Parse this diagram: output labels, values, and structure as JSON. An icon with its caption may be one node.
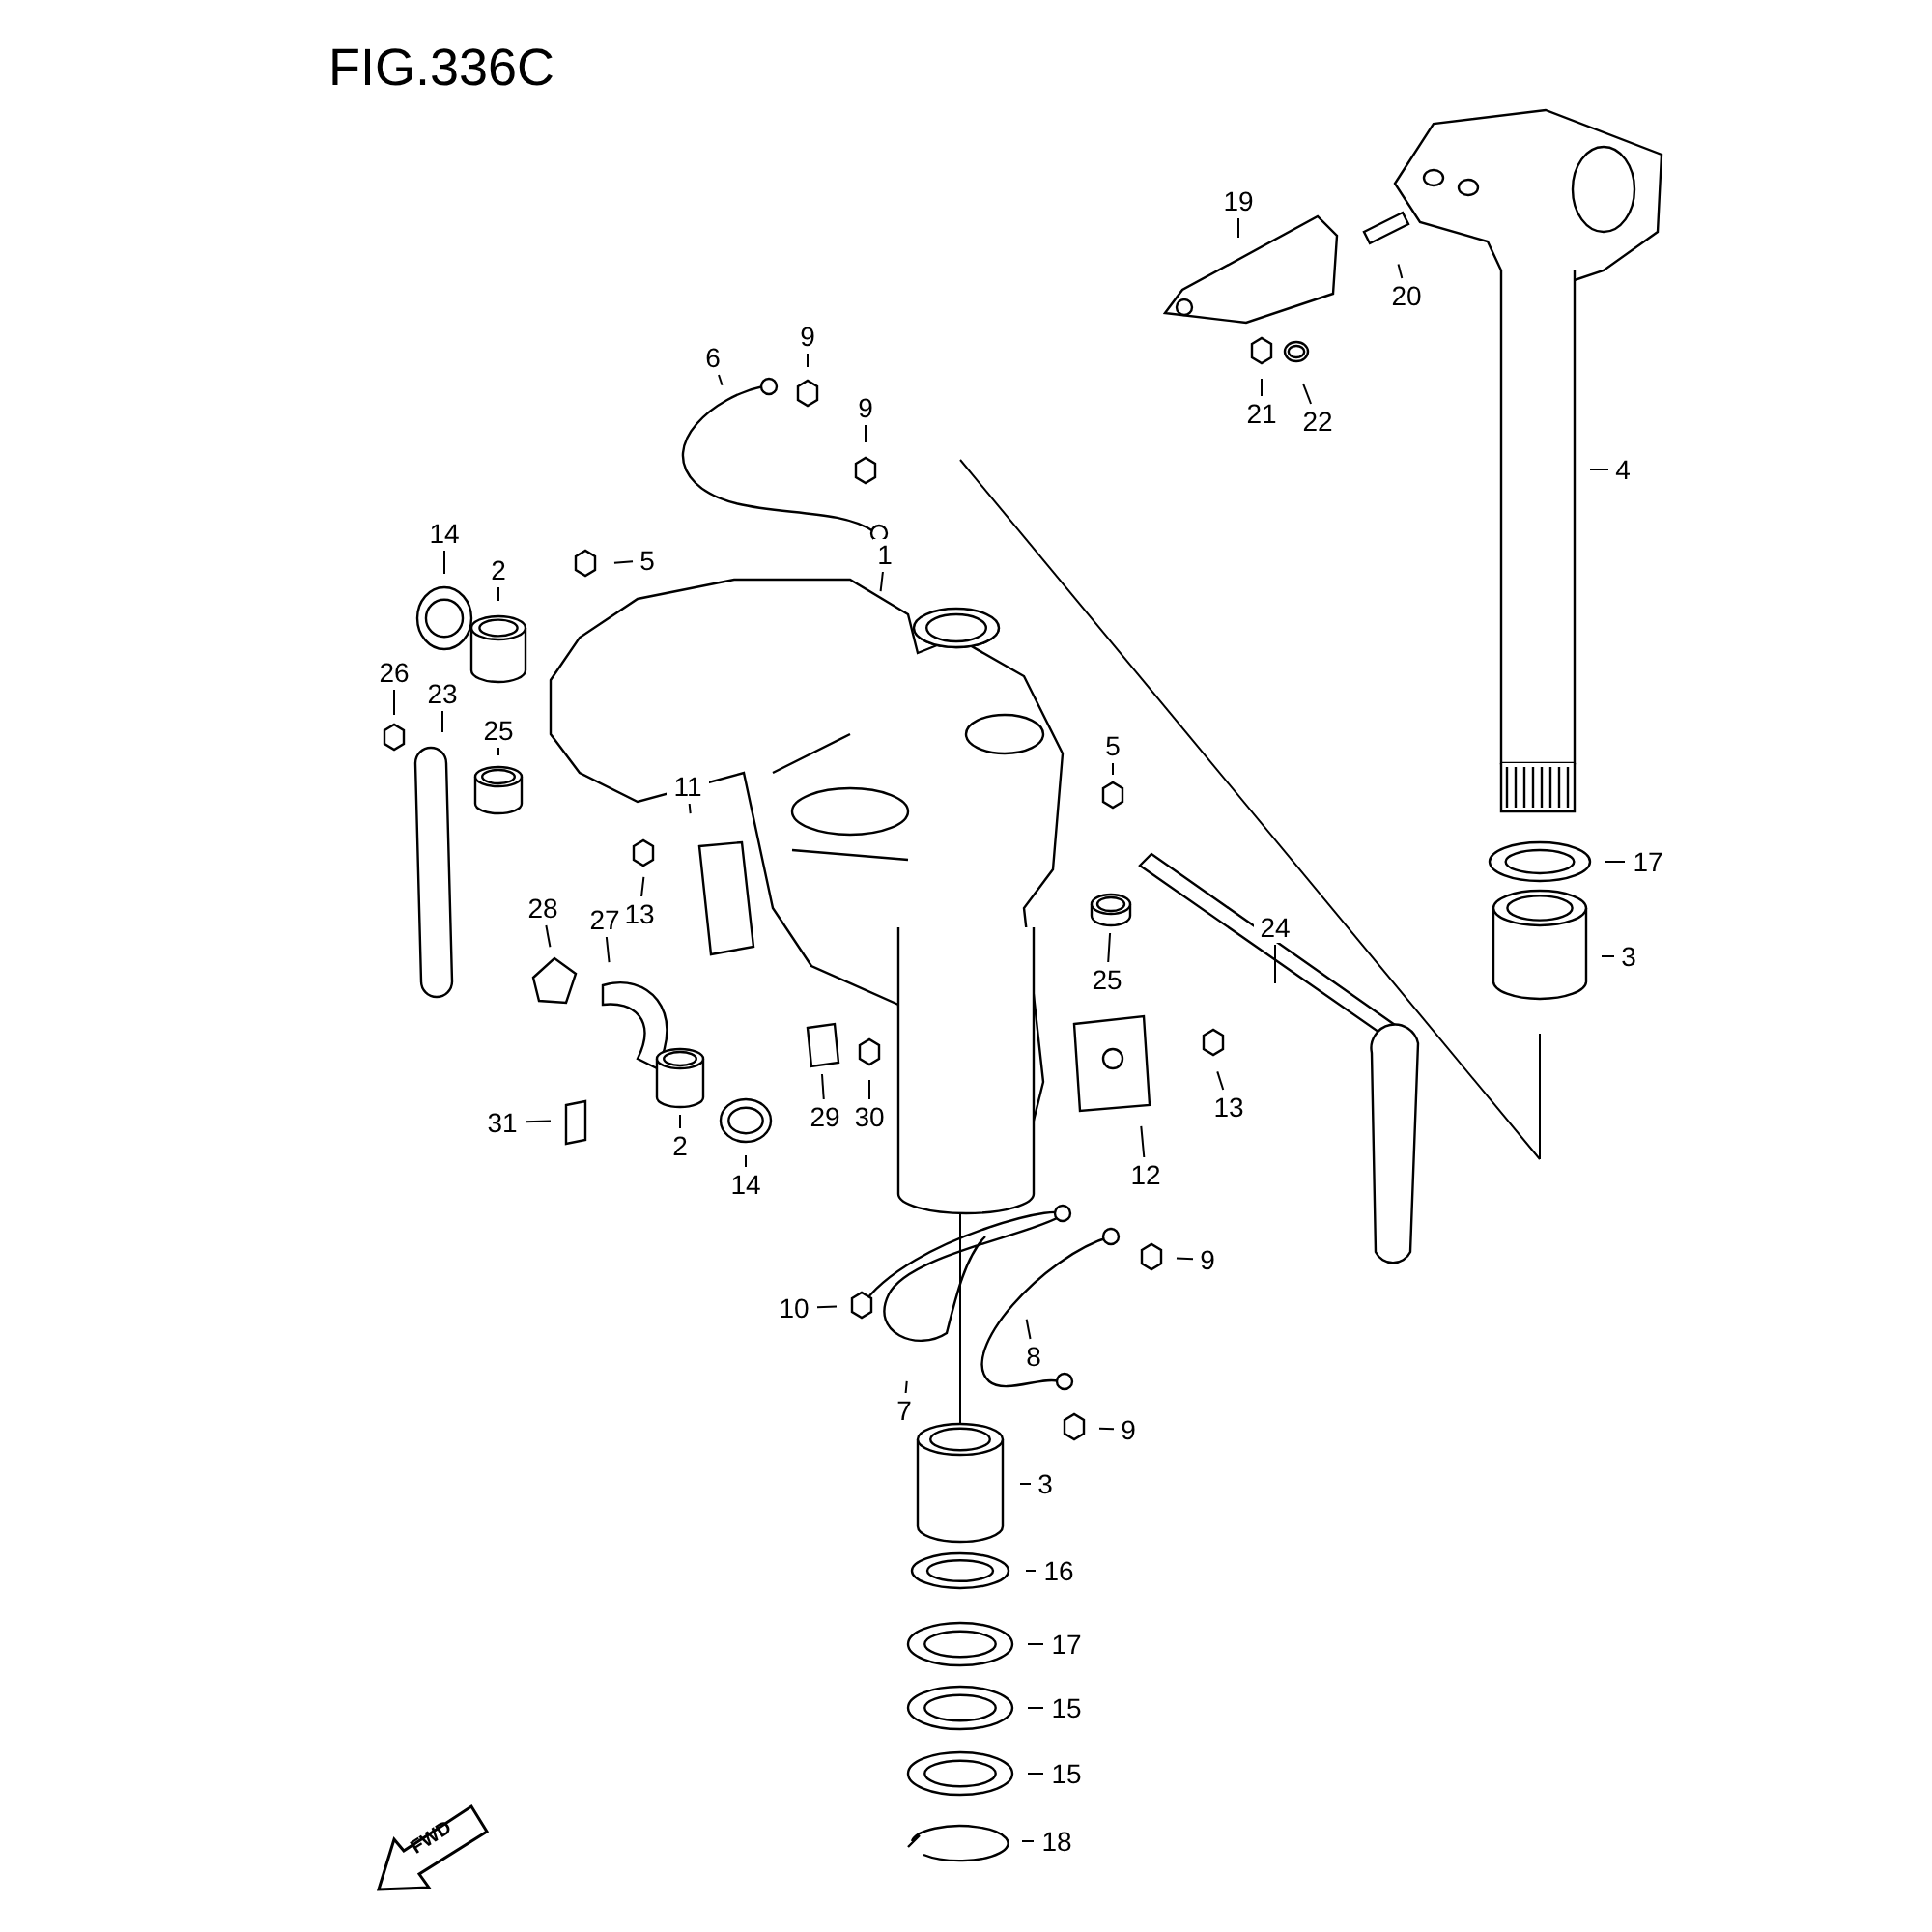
{
  "diagram": {
    "title": "FIG.336C",
    "nodes": [
      {
        "text": [
          "19"
        ]
      },
      {
        "text": [
          "20"
        ]
      },
      {
        "text": [
          "21"
        ]
      },
      {
        "text": [
          "22"
        ]
      },
      {
        "text": [
          "4"
        ]
      },
      {
        "text": [
          "6"
        ]
      },
      {
        "text": [
          "9"
        ]
      },
      {
        "text": [
          "9"
        ]
      },
      {
        "text": [
          "14"
        ]
      },
      {
        "text": [
          "2"
        ]
      },
      {
        "text": [
          "5"
        ]
      },
      {
        "text": [
          "1"
        ]
      },
      {
        "text": [
          "26"
        ]
      },
      {
        "text": [
          "23"
        ]
      },
      {
        "text": [
          "25"
        ]
      },
      {
        "text": [
          "5"
        ]
      },
      {
        "text": [
          "11"
        ]
      },
      {
        "text": [
          "13"
        ]
      },
      {
        "text": [
          "17"
        ]
      },
      {
        "text": [
          "3"
        ]
      },
      {
        "text": [
          "28"
        ]
      },
      {
        "text": [
          "27"
        ]
      },
      {
        "text": [
          "25"
        ]
      },
      {
        "text": [
          "24"
        ]
      },
      {
        "text": [
          "13"
        ]
      },
      {
        "text": [
          "31"
        ]
      },
      {
        "text": [
          "2"
        ]
      },
      {
        "text": [
          "14"
        ]
      },
      {
        "text": [
          "29"
        ]
      },
      {
        "text": [
          "30"
        ]
      },
      {
        "text": [
          "12"
        ]
      },
      {
        "text": [
          "9"
        ]
      },
      {
        "text": [
          "10"
        ]
      },
      {
        "text": [
          "8"
        ]
      },
      {
        "text": [
          "7"
        ]
      },
      {
        "text": [
          "9"
        ]
      },
      {
        "text": [
          "3"
        ]
      },
      {
        "text": [
          "16"
        ]
      },
      {
        "text": [
          "17"
        ]
      },
      {
        "text": [
          "15"
        ]
      },
      {
        "text": [
          "15"
        ]
      },
      {
        "text": [
          "18"
        ]
      }
    ],
    "edges": [
      {
        "from": 0,
        "to": null,
        "arrow": "none"
      },
      {
        "from": 1,
        "to": null,
        "arrow": "none"
      },
      {
        "from": 2,
        "to": null,
        "arrow": "none"
      },
      {
        "from": 3,
        "to": null,
        "arrow": "none"
      },
      {
        "from": 4,
        "to": null,
        "arrow": "none"
      },
      {
        "from": 5,
        "to": null,
        "arrow": "none"
      },
      {
        "from": 6,
        "to": null,
        "arrow": "none"
      },
      {
        "from": 7,
        "to": null,
        "arrow": "none"
      },
      {
        "from": 8,
        "to": null,
        "arrow": "none"
      },
      {
        "from": 9,
        "to": null,
        "arrow": "none"
      },
      {
        "from": 10,
        "to": null,
        "arrow": "none"
      },
      {
        "from": 11,
        "to": null,
        "arrow": "none"
      },
      {
        "from": 12,
        "to": null,
        "arrow": "none"
      },
      {
        "from": 13,
        "to": null,
        "arrow": "none"
      },
      {
        "from": 14,
        "to": null,
        "arrow": "none"
      },
      {
        "from": 15,
        "to": null,
        "arrow": "none"
      },
      {
        "from": 16,
        "to": null,
        "arrow": "none"
      },
      {
        "from": 17,
        "to": null,
        "arrow": "none"
      },
      {
        "from": 18,
        "to": null,
        "arrow": "none"
      },
      {
        "from": 19,
        "to": null,
        "arrow": "none"
      },
      {
        "from": 20,
        "to": null,
        "arrow": "none"
      },
      {
        "from": 21,
        "to": null,
        "arrow": "none"
      },
      {
        "from": 22,
        "to": null,
        "arrow": "none"
      },
      {
        "from": 23,
        "to": null,
        "arrow": "none"
      },
      {
        "from": 24,
        "to": null,
        "arrow": "none"
      },
      {
        "from": 25,
        "to": null,
        "arrow": "none"
      },
      {
        "from": 26,
        "to": null,
        "arrow": "none"
      },
      {
        "from": 27,
        "to": null,
        "arrow": "none"
      },
      {
        "from": 28,
        "to": null,
        "arrow": "none"
      },
      {
        "from": 29,
        "to": null,
        "arrow": "none"
      },
      {
        "from": 30,
        "to": null,
        "arrow": "none"
      },
      {
        "from": 31,
        "to": null,
        "arrow": "none"
      },
      {
        "from": 32,
        "to": null,
        "arrow": "none"
      },
      {
        "from": 33,
        "to": null,
        "arrow": "none"
      },
      {
        "from": 34,
        "to": null,
        "arrow": "none"
      },
      {
        "from": 35,
        "to": null,
        "arrow": "none"
      },
      {
        "from": 36,
        "to": null,
        "arrow": "none"
      },
      {
        "from": 37,
        "to": null,
        "arrow": "none"
      },
      {
        "from": 38,
        "to": null,
        "arrow": "none"
      },
      {
        "from": 39,
        "to": null,
        "arrow": "none"
      },
      {
        "from": 40,
        "to": null,
        "arrow": "none"
      },
      {
        "from": 41,
        "to": null,
        "arrow": "none"
      }
    ],
    "labels": [
      "FWD"
    ]
  }
}
